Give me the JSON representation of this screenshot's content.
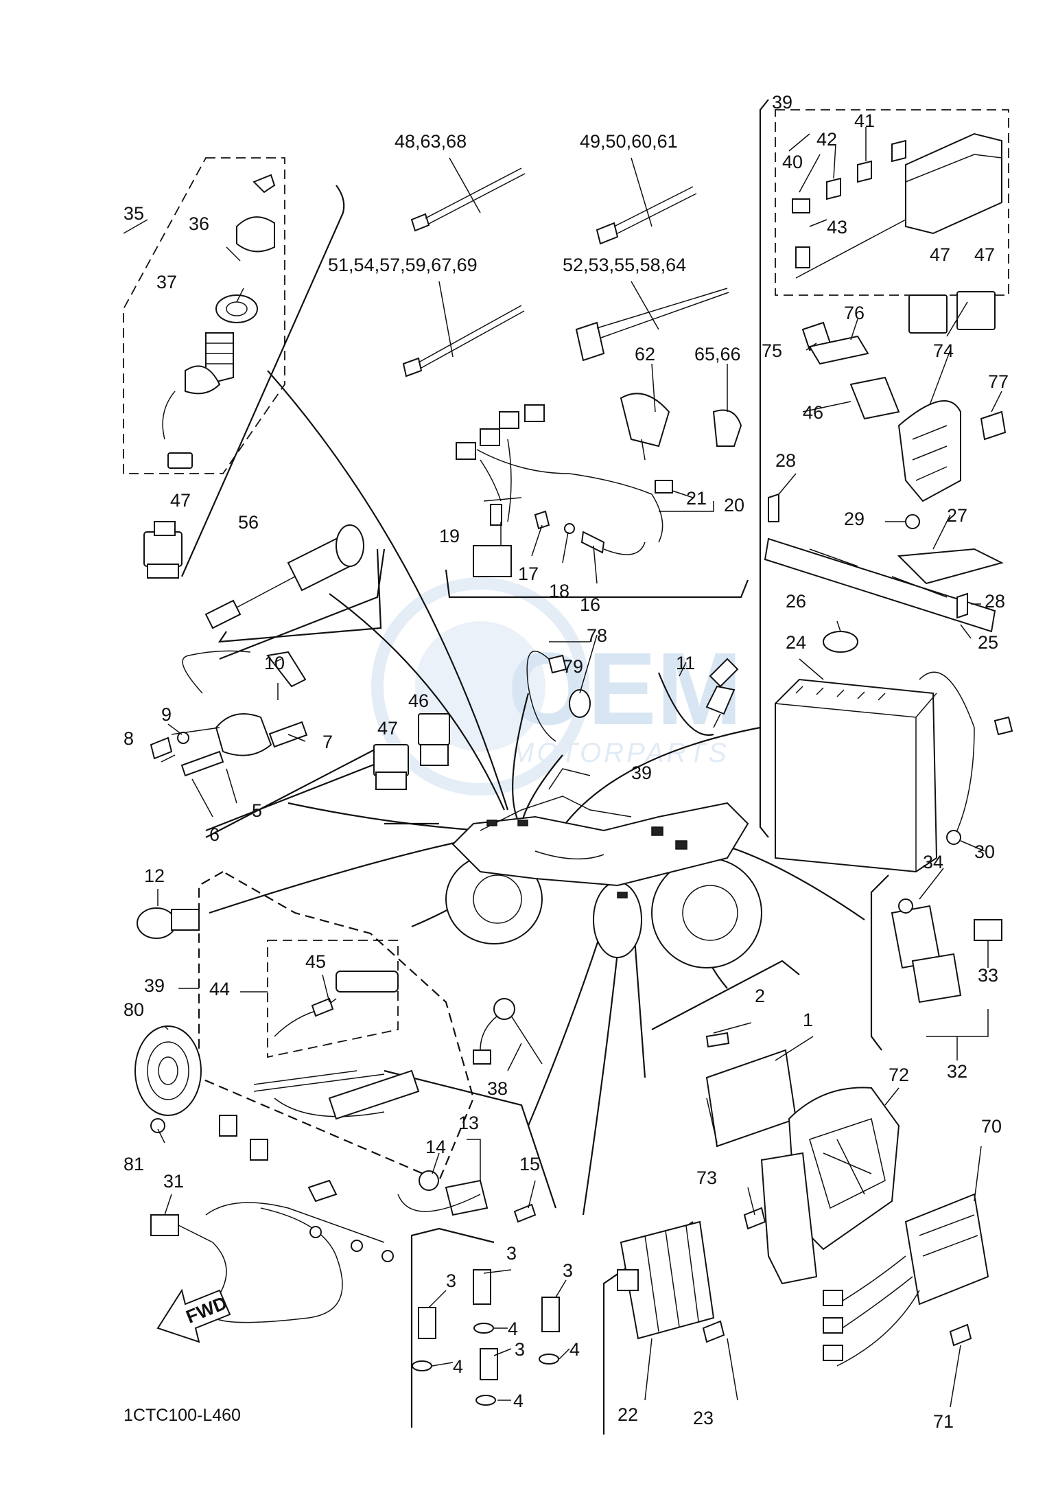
{
  "diagram_code": "1CTC100-L460",
  "watermark": {
    "brand": "OEM",
    "sub": "MOTORPARTS"
  },
  "fwd_label": "FWD",
  "callouts": {
    "c1": "1",
    "c2": "2",
    "c3a": "3",
    "c3b": "3",
    "c3c": "3",
    "c3d": "3",
    "c4a": "4",
    "c4b": "4",
    "c4c": "4",
    "c4d": "4",
    "c5": "5",
    "c6": "6",
    "c7": "7",
    "c8": "8",
    "c9": "9",
    "c10": "10",
    "c11": "11",
    "c12": "12",
    "c13": "13",
    "c14": "14",
    "c15": "15",
    "c16": "16",
    "c17": "17",
    "c18": "18",
    "c19": "19",
    "c20": "20",
    "c21": "21",
    "c22": "22",
    "c23": "23",
    "c24": "24",
    "c25": "25",
    "c26": "26",
    "c27": "27",
    "c28a": "28",
    "c28b": "28",
    "c29": "29",
    "c30": "30",
    "c31": "31",
    "c32": "32",
    "c33": "33",
    "c34": "34",
    "c35": "35",
    "c36": "36",
    "c37": "37",
    "c38": "38",
    "c39a": "39",
    "c39b": "39",
    "c39c": "39",
    "c40": "40",
    "c41": "41",
    "c42": "42",
    "c43": "43",
    "c44": "44",
    "c45": "45",
    "c46a": "46",
    "c46b": "46",
    "c47a": "47",
    "c47b": "47",
    "c47c": "47",
    "c47d": "47",
    "c48": "48,63,68",
    "c49": "49,50,60,61",
    "c51": "51,54,57,59,67,69",
    "c52": "52,53,55,58,64",
    "c56": "56",
    "c62": "62",
    "c65": "65,66",
    "c70": "70",
    "c71": "71",
    "c72": "72",
    "c73": "73",
    "c74": "74",
    "c75": "75",
    "c76": "76",
    "c77": "77",
    "c78": "78",
    "c79": "79",
    "c80": "80",
    "c81": "81"
  }
}
